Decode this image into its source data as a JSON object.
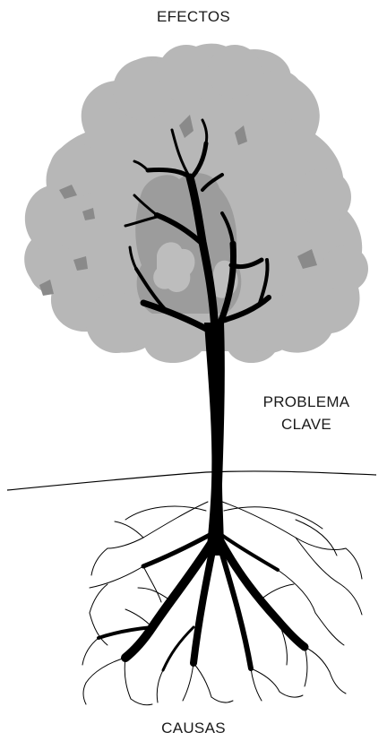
{
  "labels": {
    "top": "EFECTOS",
    "middle_line1": "PROBLEMA",
    "middle_line2": "CLAVE",
    "bottom": "CAUSAS"
  },
  "colors": {
    "canopy": "#b7b7b7",
    "canopy_inner": "#9c9c9c",
    "canopy_dark": "#8a8a8a",
    "trunk": "#000000",
    "roots": "#000000",
    "ground": "#000000"
  }
}
